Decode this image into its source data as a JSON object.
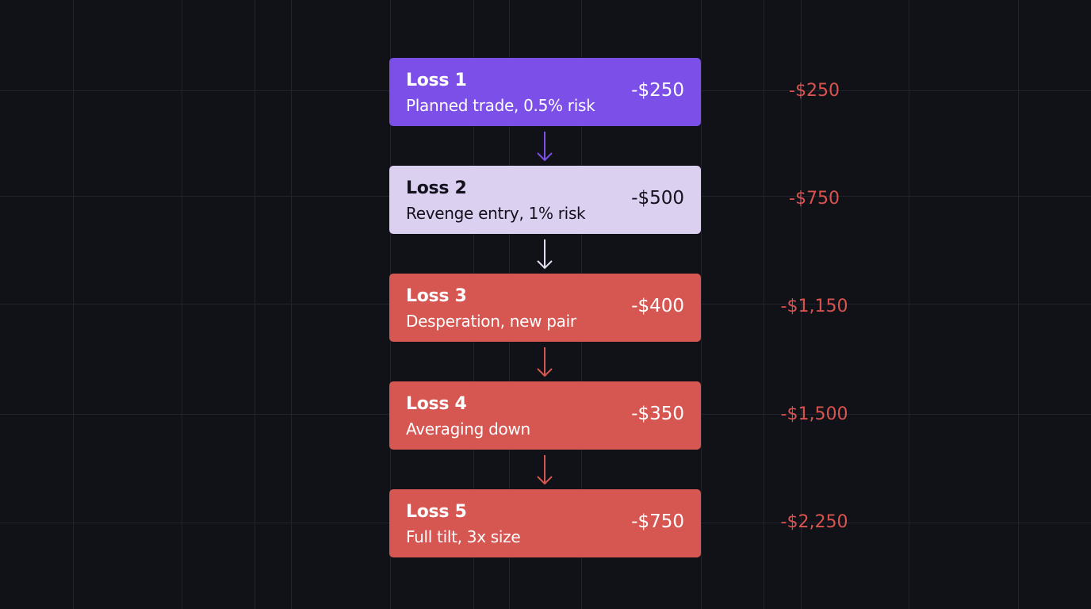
{
  "colors": {
    "background": "#111218",
    "grid": "#23232f",
    "purple": "#7b4fe8",
    "lavender": "#dcd0f0",
    "red": "#d65652",
    "total_text": "#d9534f"
  },
  "steps": [
    {
      "title": "Loss 1",
      "description": "Planned trade, 0.5% risk",
      "amount": "-$250",
      "running_total": "-$250",
      "style": "purple"
    },
    {
      "title": "Loss 2",
      "description": "Revenge entry, 1% risk",
      "amount": "-$500",
      "running_total": "-$750",
      "style": "lavender"
    },
    {
      "title": "Loss 3",
      "description": "Desperation, new pair",
      "amount": "-$400",
      "running_total": "-$1,150",
      "style": "red"
    },
    {
      "title": "Loss 4",
      "description": "Averaging down",
      "amount": "-$350",
      "running_total": "-$1,500",
      "style": "red"
    },
    {
      "title": "Loss 5",
      "description": "Full tilt, 3x size",
      "amount": "-$750",
      "running_total": "-$2,250",
      "style": "red"
    }
  ],
  "arrows": [
    {
      "color": "#7b4fe8"
    },
    {
      "color": "#e6def5"
    },
    {
      "color": "#d65652"
    },
    {
      "color": "#d65652"
    }
  ]
}
